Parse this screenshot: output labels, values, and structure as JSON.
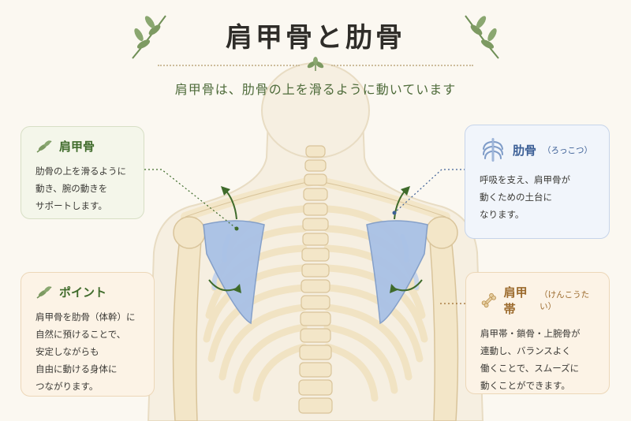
{
  "header": {
    "title": "肩甲骨と肋骨",
    "subtitle": "肩甲骨は、肋骨の上を滑るように動いています"
  },
  "cards": {
    "scapula": {
      "title": "肩甲骨",
      "icon": "leaf-icon",
      "lines": [
        "肋骨の上を滑るように",
        "動き、腕の動きを",
        "サポートします。"
      ]
    },
    "point": {
      "title": "ポイント",
      "icon": "leaf-icon",
      "lines": [
        "肩甲骨を肋骨（体幹）に",
        "自然に預けることで、",
        "安定しながらも",
        "自由に動ける身体に",
        "つながります。"
      ]
    },
    "ribs": {
      "title": "肋骨",
      "reading": "（ろっこつ）",
      "icon": "ribcage-icon",
      "lines": [
        "呼吸を支え、肩甲骨が",
        "動くための土台に",
        "なります。"
      ]
    },
    "girdle": {
      "title": "肩甲帯",
      "reading": "（けんこうたい）",
      "icon": "bone-icon",
      "lines": [
        "肩甲帯・鎖骨・上腕骨が",
        "連動し、バランスよく",
        "働くことで、スムーズに",
        "動くことができます。"
      ]
    }
  },
  "colors": {
    "green": "#4e6b3a",
    "blue": "#3c5f96",
    "tan": "#9b6a2c",
    "bone": "#f3e6c8",
    "scapula": "#a9c1e6"
  }
}
